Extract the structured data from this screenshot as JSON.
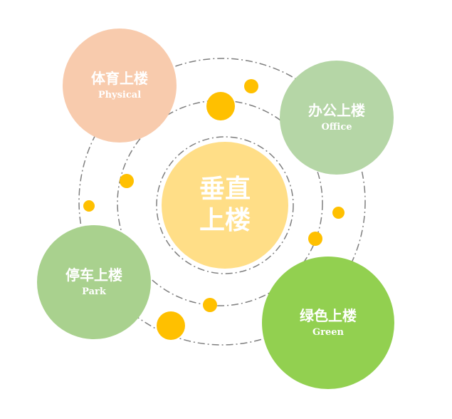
{
  "diagram": {
    "center": {
      "line1": "垂直",
      "line2": "上楼",
      "color": "#FFDE87"
    },
    "nodes": [
      {
        "zh": "体育上楼",
        "en": "Physical",
        "color": "#F8CBAD"
      },
      {
        "zh": "办公上楼",
        "en": "Office",
        "color": "#B5D6A6"
      },
      {
        "zh": "停车上楼",
        "en": "Park",
        "color": "#A9D18E"
      },
      {
        "zh": "绿色上楼",
        "en": "Green",
        "color": "#92D050"
      }
    ],
    "accent_dot_color": "#FFC000",
    "ring_color": "#7F7F7F"
  }
}
